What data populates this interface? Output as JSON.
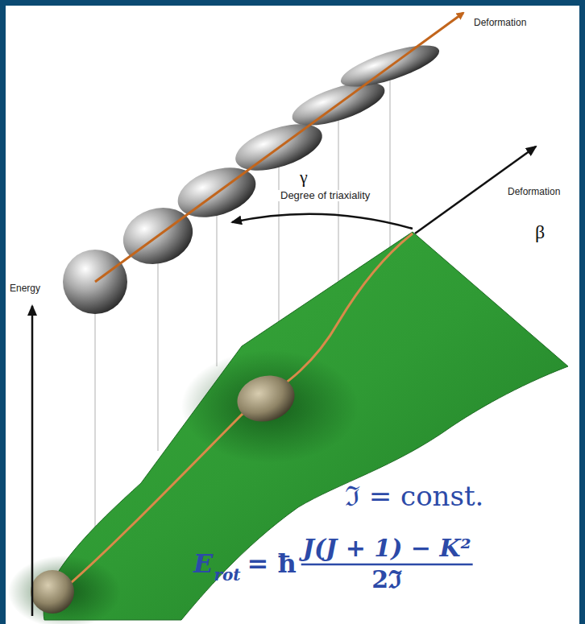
{
  "diagram": {
    "labels": [
      "Deformation",
      "γ",
      "Degree of triaxiality",
      "Deformation",
      "β",
      "Energy",
      "ℑ = const.",
      "E",
      "rot",
      "= ħ",
      "J(J + 1) − K²",
      "2ℑ"
    ]
  }
}
